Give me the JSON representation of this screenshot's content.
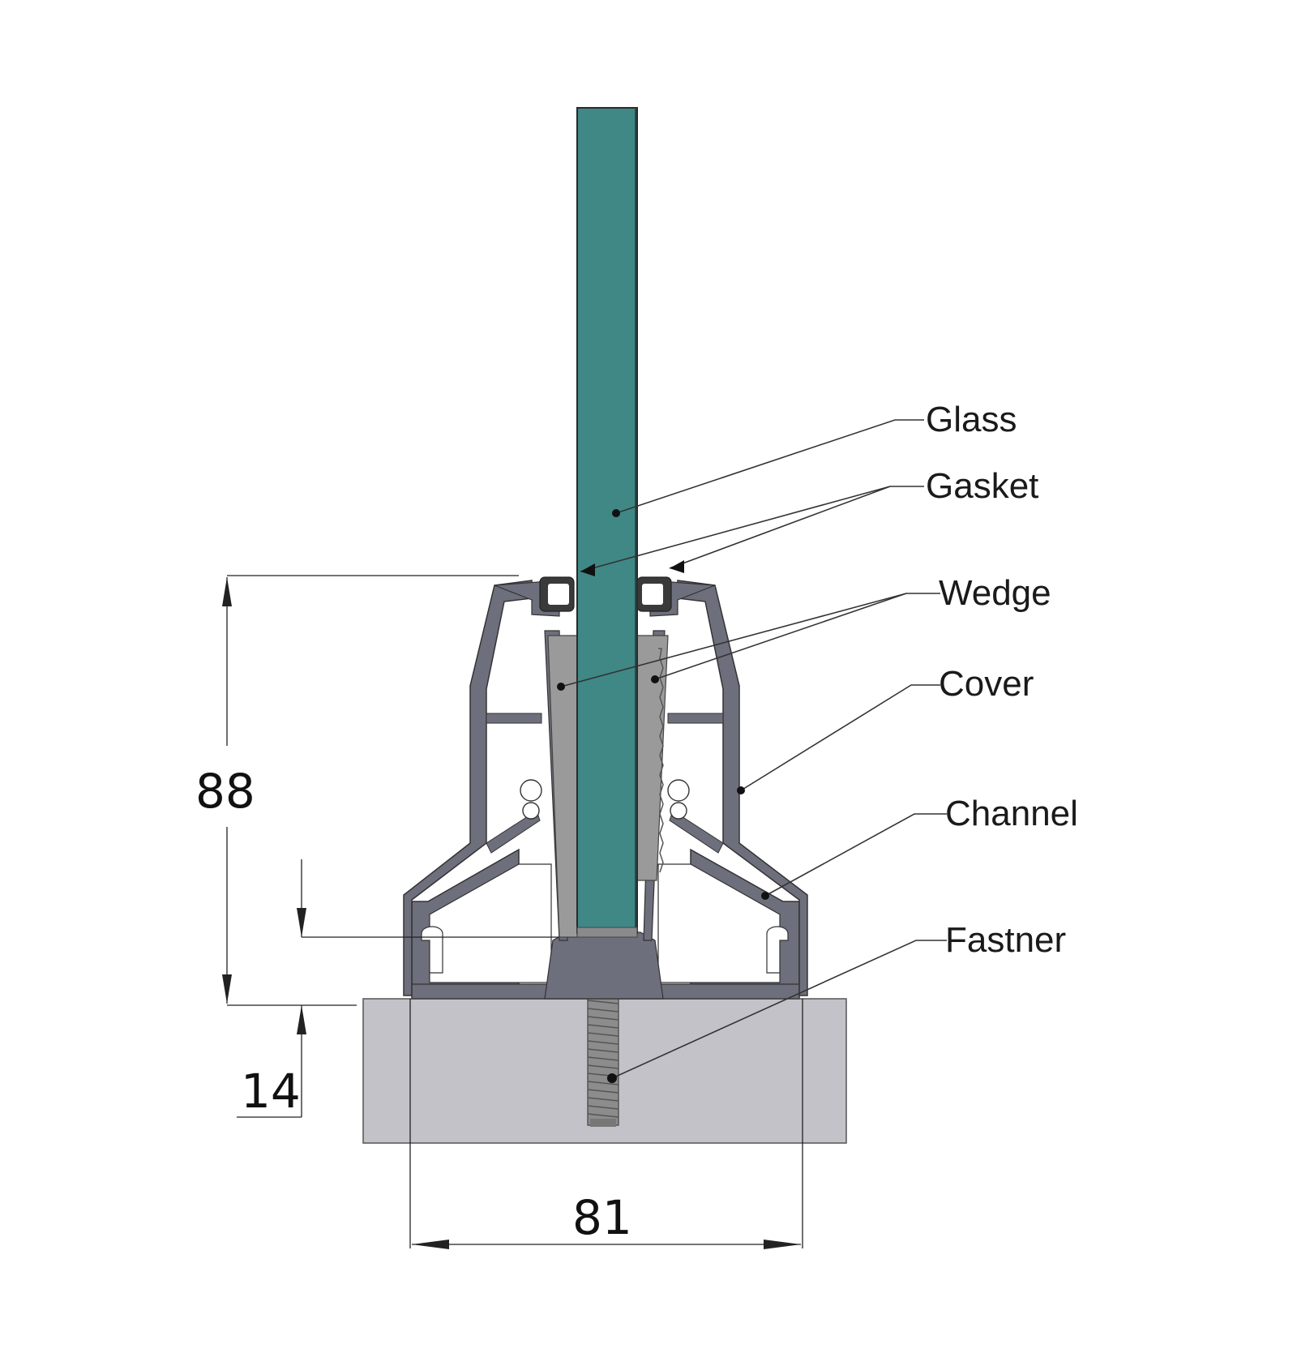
{
  "labels": {
    "glass": "Glass",
    "gasket": "Gasket",
    "wedge": "Wedge",
    "cover": "Cover",
    "channel": "Channel",
    "fastener": "Fastner"
  },
  "dimensions": {
    "height": "88",
    "base": "14",
    "width": "81"
  },
  "colors": {
    "glass": "#3f8886",
    "channel": "#6e6f7c",
    "wedge": "#9a9a9a",
    "base": "#c3c2c8",
    "gasket": "#3a3a3a"
  }
}
